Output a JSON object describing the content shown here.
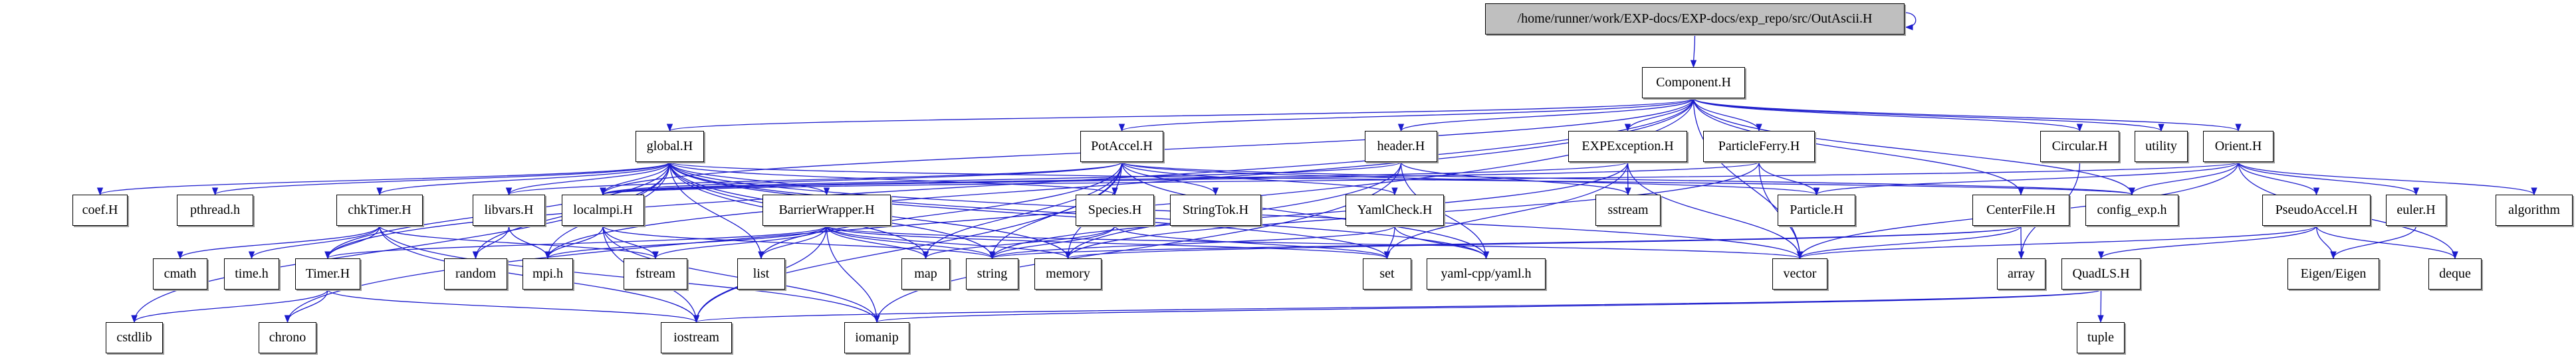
{
  "graph": {
    "title": "/home/runner/work/EXP-docs/EXP-docs/exp_repo/src/OutAscii.H",
    "edge_color": "#1c1ccc",
    "root_fill": "#bfbfbf",
    "nodes": [
      "/home/runner/work/EXP-docs/EXP-docs/exp_repo/src/OutAscii.H",
      "Component.H",
      "global.H",
      "PotAccel.H",
      "header.H",
      "EXPException.H",
      "ParticleFerry.H",
      "Circular.H",
      "utility",
      "Orient.H",
      "coef.H",
      "pthread.h",
      "chkTimer.H",
      "libvars.H",
      "localmpi.H",
      "BarrierWrapper.H",
      "Species.H",
      "StringTok.H",
      "YamlCheck.H",
      "sstream",
      "Particle.H",
      "CenterFile.H",
      "config_exp.h",
      "PseudoAccel.H",
      "euler.H",
      "algorithm",
      "cmath",
      "time.h",
      "Timer.H",
      "random",
      "mpi.h",
      "fstream",
      "list",
      "map",
      "string",
      "memory",
      "set",
      "yaml-cpp/yaml.h",
      "vector",
      "array",
      "QuadLS.H",
      "Eigen/Eigen",
      "deque",
      "cstdlib",
      "chrono",
      "iostream",
      "iomanip",
      "tuple"
    ],
    "edges": [
      [
        "/home/runner/work/EXP-docs/EXP-docs/exp_repo/src/OutAscii.H",
        "Component.H"
      ],
      [
        "/home/runner/work/EXP-docs/EXP-docs/exp_repo/src/OutAscii.H",
        "/home/runner/work/EXP-docs/EXP-docs/exp_repo/src/OutAscii.H"
      ],
      [
        "Component.H",
        "global.H"
      ],
      [
        "Component.H",
        "PotAccel.H"
      ],
      [
        "Component.H",
        "header.H"
      ],
      [
        "Component.H",
        "EXPException.H"
      ],
      [
        "Component.H",
        "ParticleFerry.H"
      ],
      [
        "Component.H",
        "Circular.H"
      ],
      [
        "Component.H",
        "utility"
      ],
      [
        "Component.H",
        "Orient.H"
      ],
      [
        "Component.H",
        "CenterFile.H"
      ],
      [
        "Component.H",
        "config_exp.h"
      ],
      [
        "Component.H",
        "localmpi.H"
      ],
      [
        "Component.H",
        "mpi.h"
      ],
      [
        "Component.H",
        "Timer.H"
      ],
      [
        "Component.H",
        "vector"
      ],
      [
        "Component.H",
        "chrono"
      ],
      [
        "global.H",
        "coef.H"
      ],
      [
        "global.H",
        "pthread.h"
      ],
      [
        "global.H",
        "chkTimer.H"
      ],
      [
        "global.H",
        "libvars.H"
      ],
      [
        "global.H",
        "localmpi.H"
      ],
      [
        "global.H",
        "BarrierWrapper.H"
      ],
      [
        "global.H",
        "random"
      ],
      [
        "global.H",
        "list"
      ],
      [
        "global.H",
        "Timer.H"
      ],
      [
        "global.H",
        "mpi.h"
      ],
      [
        "global.H",
        "map"
      ],
      [
        "global.H",
        "string"
      ],
      [
        "global.H",
        "memory"
      ],
      [
        "global.H",
        "Species.H"
      ],
      [
        "global.H",
        "yaml-cpp/yaml.h"
      ],
      [
        "global.H",
        "config_exp.h"
      ],
      [
        "global.H",
        "set"
      ],
      [
        "global.H",
        "vector"
      ],
      [
        "global.H",
        "cstdlib"
      ],
      [
        "PotAccel.H",
        "localmpi.H"
      ],
      [
        "PotAccel.H",
        "map"
      ],
      [
        "PotAccel.H",
        "string"
      ],
      [
        "PotAccel.H",
        "memory"
      ],
      [
        "PotAccel.H",
        "StringTok.H"
      ],
      [
        "PotAccel.H",
        "YamlCheck.H"
      ],
      [
        "PotAccel.H",
        "yaml-cpp/yaml.h"
      ],
      [
        "PotAccel.H",
        "Particle.H"
      ],
      [
        "PotAccel.H",
        "config_exp.h"
      ],
      [
        "PotAccel.H",
        "list"
      ],
      [
        "PotAccel.H",
        "iostream"
      ],
      [
        "PotAccel.H",
        "libvars.H"
      ],
      [
        "header.H",
        "localmpi.H"
      ],
      [
        "header.H",
        "memory"
      ],
      [
        "header.H",
        "sstream"
      ],
      [
        "header.H",
        "iomanip"
      ],
      [
        "header.H",
        "yaml-cpp/yaml.h"
      ],
      [
        "EXPException.H",
        "sstream"
      ],
      [
        "EXPException.H",
        "set"
      ],
      [
        "EXPException.H",
        "vector"
      ],
      [
        "EXPException.H",
        "string"
      ],
      [
        "EXPException.H",
        "localmpi.H"
      ],
      [
        "ParticleFerry.H",
        "Particle.H"
      ],
      [
        "ParticleFerry.H",
        "vector"
      ],
      [
        "ParticleFerry.H",
        "localmpi.H"
      ],
      [
        "ParticleFerry.H",
        "memory"
      ],
      [
        "Circular.H",
        "array"
      ],
      [
        "Orient.H",
        "Particle.H"
      ],
      [
        "Orient.H",
        "config_exp.h"
      ],
      [
        "Orient.H",
        "PseudoAccel.H"
      ],
      [
        "Orient.H",
        "euler.H"
      ],
      [
        "Orient.H",
        "algorithm"
      ],
      [
        "Orient.H",
        "deque"
      ],
      [
        "Orient.H",
        "vector"
      ],
      [
        "Orient.H",
        "localmpi.H"
      ],
      [
        "chkTimer.H",
        "cmath"
      ],
      [
        "chkTimer.H",
        "time.h"
      ],
      [
        "chkTimer.H",
        "Timer.H"
      ],
      [
        "chkTimer.H",
        "fstream"
      ],
      [
        "chkTimer.H",
        "iostream"
      ],
      [
        "chkTimer.H",
        "iomanip"
      ],
      [
        "libvars.H",
        "random"
      ],
      [
        "libvars.H",
        "mpi.h"
      ],
      [
        "localmpi.H",
        "mpi.h"
      ],
      [
        "localmpi.H",
        "fstream"
      ],
      [
        "localmpi.H",
        "iostream"
      ],
      [
        "localmpi.H",
        "iomanip"
      ],
      [
        "localmpi.H",
        "string"
      ],
      [
        "BarrierWrapper.H",
        "Timer.H"
      ],
      [
        "BarrierWrapper.H",
        "mpi.h"
      ],
      [
        "BarrierWrapper.H",
        "list"
      ],
      [
        "BarrierWrapper.H",
        "fstream"
      ],
      [
        "BarrierWrapper.H",
        "map"
      ],
      [
        "BarrierWrapper.H",
        "string"
      ],
      [
        "BarrierWrapper.H",
        "memory"
      ],
      [
        "BarrierWrapper.H",
        "iostream"
      ],
      [
        "BarrierWrapper.H",
        "iomanip"
      ],
      [
        "BarrierWrapper.H",
        "vector"
      ],
      [
        "BarrierWrapper.H",
        "set"
      ],
      [
        "Species.H",
        "map"
      ],
      [
        "Species.H",
        "set"
      ],
      [
        "Species.H",
        "string"
      ],
      [
        "YamlCheck.H",
        "set"
      ],
      [
        "YamlCheck.H",
        "yaml-cpp/yaml.h"
      ],
      [
        "YamlCheck.H",
        "string"
      ],
      [
        "CenterFile.H",
        "array"
      ],
      [
        "CenterFile.H",
        "vector"
      ],
      [
        "CenterFile.H",
        "memory"
      ],
      [
        "CenterFile.H",
        "string"
      ],
      [
        "PseudoAccel.H",
        "Eigen/Eigen"
      ],
      [
        "PseudoAccel.H",
        "deque"
      ],
      [
        "PseudoAccel.H",
        "QuadLS.H"
      ],
      [
        "PseudoAccel.H",
        "vector"
      ],
      [
        "euler.H",
        "Eigen/Eigen"
      ],
      [
        "Timer.H",
        "cstdlib"
      ],
      [
        "Timer.H",
        "chrono"
      ],
      [
        "Timer.H",
        "iostream"
      ],
      [
        "QuadLS.H",
        "tuple"
      ],
      [
        "QuadLS.H",
        "iostream"
      ],
      [
        "QuadLS.H",
        "iomanip"
      ]
    ]
  }
}
